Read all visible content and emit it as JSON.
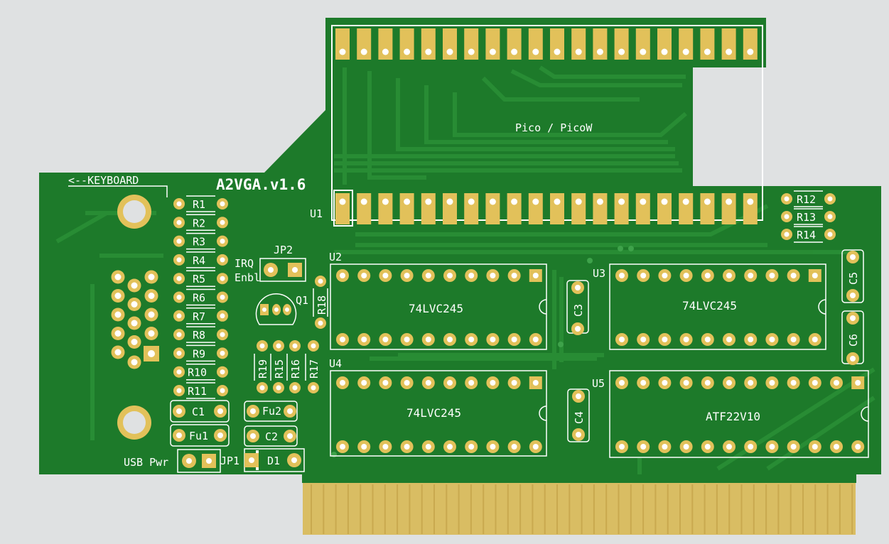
{
  "board": {
    "title": "A2VGA.v1.6",
    "colors": {
      "background": "#dfe1e2",
      "solder_mask": "#1d7a2a",
      "copper": "#2a8f36",
      "pad": "#e2c15a",
      "silk": "#ffffff",
      "edge_gold": "#d9bd63"
    }
  },
  "labels": {
    "keyboard": "<--KEYBOARD",
    "pico": "Pico / PicoW",
    "u1": "U1",
    "u2": "U2",
    "u3": "U3",
    "u4": "U4",
    "u5": "U5",
    "u2_part": "74LVC245",
    "u3_part": "74LVC245",
    "u4_part": "74LVC245",
    "u5_part": "ATF22V10",
    "jp2": "JP2",
    "irq": "IRQ",
    "enbl": "Enbl",
    "q1": "Q1",
    "r18": "R18",
    "r19": "R19",
    "r15": "R15",
    "r16": "R16",
    "r17": "R17",
    "fu2": "Fu2",
    "c2": "C2",
    "d1": "D1",
    "c1": "C1",
    "fu1": "Fu1",
    "usb_pwr": "USB Pwr",
    "jp1": "JP1",
    "c3": "C3",
    "c4": "C4",
    "c5": "C5",
    "c6": "C6",
    "r12": "R12",
    "r13": "R13",
    "r14": "R14"
  },
  "resistors": [
    "R1",
    "R2",
    "R3",
    "R4",
    "R5",
    "R6",
    "R7",
    "R8",
    "R9",
    "R10",
    "R11"
  ]
}
